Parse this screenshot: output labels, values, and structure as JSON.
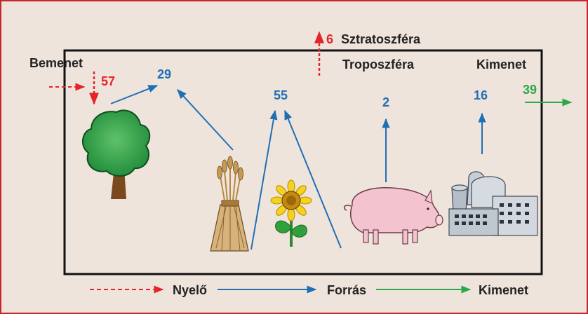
{
  "labels": {
    "stratosphere": "Sztratoszféra",
    "troposphere": "Troposzféra",
    "input": "Bemenet",
    "output": "Kimenet"
  },
  "values": {
    "stratosphere": "6",
    "input": "57",
    "tree": "29",
    "crops": "55",
    "pig": "2",
    "factory": "16",
    "output": "39"
  },
  "legend": {
    "sink": "Nyelő",
    "source": "Forrás",
    "output": "Kimenet"
  },
  "colors": {
    "background": "#efe4dc",
    "frame": "#c8262d",
    "box": "#111111",
    "red": "#e4232a",
    "blue": "#1f6fb5",
    "green": "#2aa84a",
    "text": "#222222"
  },
  "icons": [
    "tree-icon",
    "wheat-sheaf-icon",
    "sunflower-icon",
    "pig-icon",
    "factory-icon"
  ]
}
